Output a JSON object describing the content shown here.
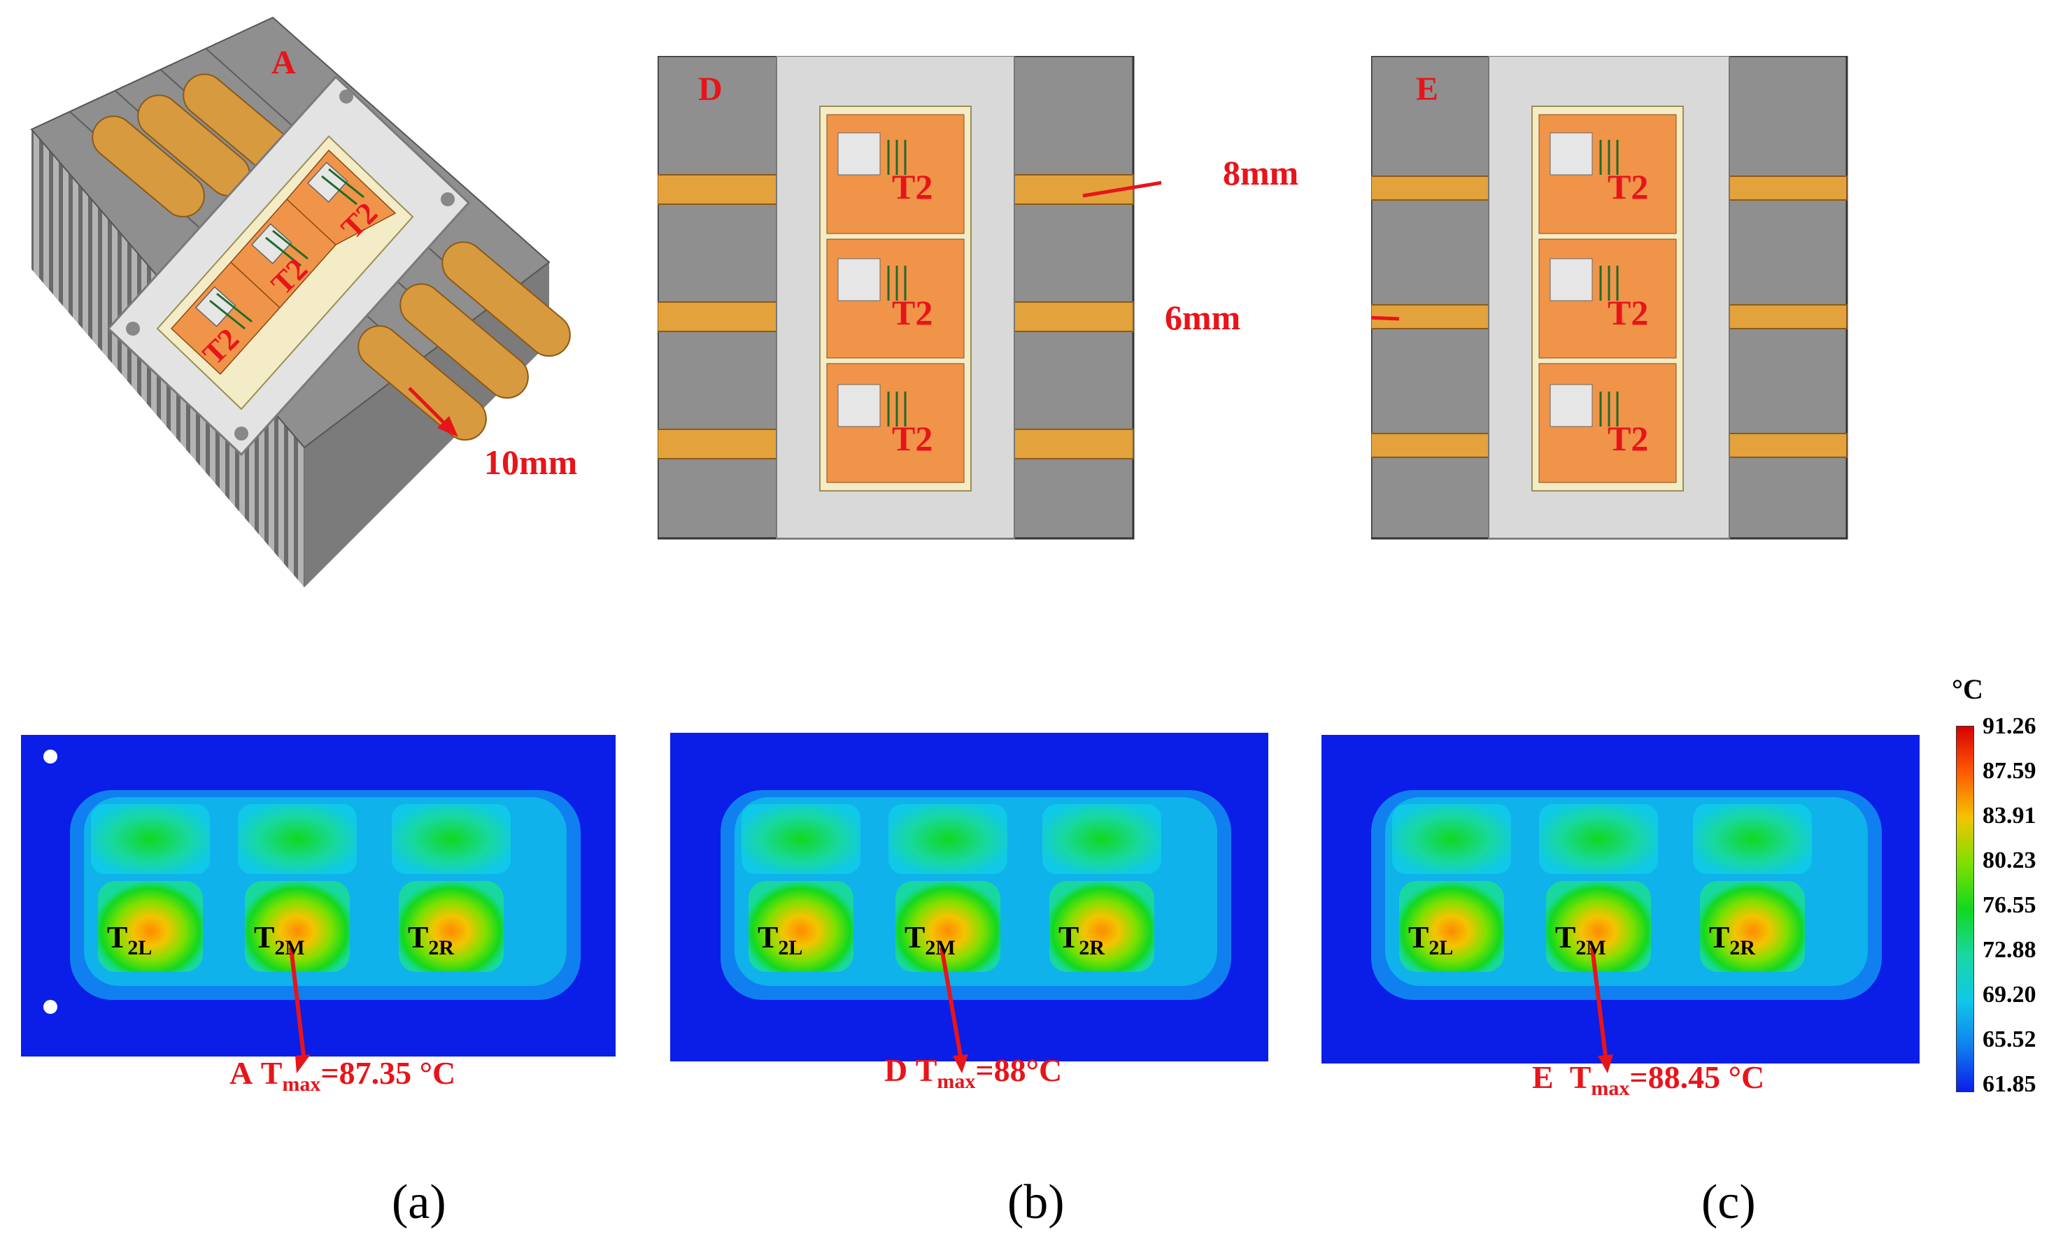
{
  "panels": {
    "A": {
      "letter": "A",
      "heat_pipe_label": "10mm",
      "chip_labels": [
        "T2",
        "T2",
        "T2"
      ]
    },
    "D": {
      "letter": "D",
      "heat_pipe_label": "8mm",
      "chip_labels": [
        "T2",
        "T2",
        "T2"
      ]
    },
    "E": {
      "letter": "E",
      "heat_pipe_label": "6mm",
      "chip_labels": [
        "T2",
        "T2",
        "T2"
      ]
    }
  },
  "thermal": [
    {
      "case": "A",
      "tmax_prefix": "T",
      "tmax_sub": "max",
      "tmax_value": "=87.35 °C",
      "chips": [
        {
          "base": "T",
          "sub": "2L"
        },
        {
          "base": "T",
          "sub": "2M"
        },
        {
          "base": "T",
          "sub": "2R"
        }
      ]
    },
    {
      "case": "D",
      "tmax_prefix": "T",
      "tmax_sub": "max",
      "tmax_value": "=88°C",
      "chips": [
        {
          "base": "T",
          "sub": "2L"
        },
        {
          "base": "T",
          "sub": "2M"
        },
        {
          "base": "T",
          "sub": "2R"
        }
      ]
    },
    {
      "case": "E",
      "tmax_prefix": "T",
      "tmax_sub": "max",
      "tmax_value": "=88.45 °C",
      "chips": [
        {
          "base": "T",
          "sub": "2L"
        },
        {
          "base": "T",
          "sub": "2M"
        },
        {
          "base": "T",
          "sub": "2R"
        }
      ]
    }
  ],
  "colorbar": {
    "unit": "°C",
    "ticks": [
      "91.26",
      "87.59",
      "83.91",
      "80.23",
      "76.55",
      "72.88",
      "69.20",
      "65.52",
      "61.85"
    ],
    "colors": [
      "#d80000",
      "#ff5a00",
      "#f3c400",
      "#7ee000",
      "#12d820",
      "#18d8a0",
      "#10c8e8",
      "#1080f0",
      "#0a1ee8"
    ]
  },
  "captions": [
    "(a)",
    "(b)",
    "(c)"
  ],
  "colors": {
    "annotation": "#e8141a",
    "heatsink": "#8f8f8f",
    "heat_pipe": "#e3a23c",
    "copper": "#f0944a",
    "substrate": "#d9d9d9",
    "field_cold": "#0a1ee8"
  }
}
